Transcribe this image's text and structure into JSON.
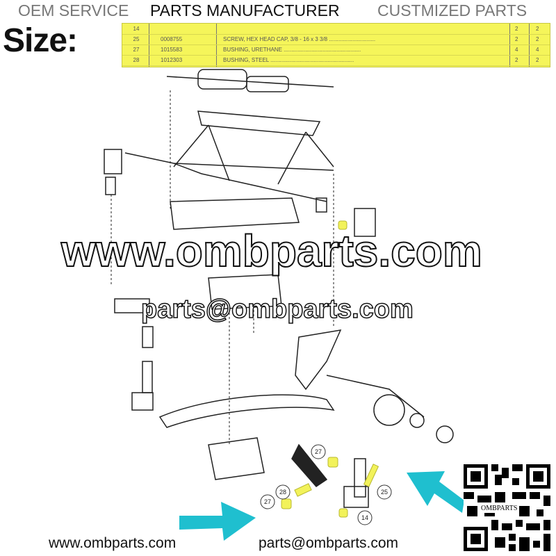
{
  "header": {
    "size_label": "Size:",
    "banner": [
      "OEM SERVICE",
      "PARTS MANUFACTURER",
      "CUSTMIZED PARTS"
    ]
  },
  "parts_table": {
    "rows": [
      {
        "ref": "14",
        "part_no": "",
        "description": "",
        "qty1": "2",
        "qty2": "2"
      },
      {
        "ref": "25",
        "part_no": "0008755",
        "description": "SCREW, HEX HEAD CAP, 3/8 - 16 x 3 3/8 ..............................",
        "qty1": "2",
        "qty2": "2"
      },
      {
        "ref": "27",
        "part_no": "1015583",
        "description": "BUSHING, URETHANE ..................................................",
        "qty1": "4",
        "qty2": "4"
      },
      {
        "ref": "28",
        "part_no": "1012303",
        "description": "BUSHING, STEEL ......................................................",
        "qty1": "2",
        "qty2": "2"
      }
    ]
  },
  "diagram": {
    "callouts": [
      "27",
      "28",
      "27",
      "14",
      "25"
    ],
    "highlight_color": "#f2f25a",
    "arrow_color": "#1fbfcf"
  },
  "watermark": {
    "site": "www.ombparts.com",
    "email": "parts@ombparts.com"
  },
  "footer": {
    "site": "www.ombparts.com",
    "email": "parts@ombparts.com"
  },
  "qr": {
    "label": "OMBPARTS"
  }
}
